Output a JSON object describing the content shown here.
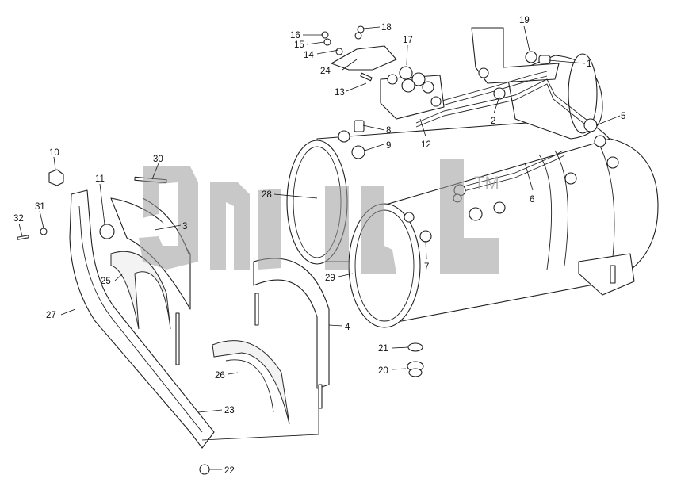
{
  "watermark": {
    "text": "TM"
  },
  "callouts": [
    {
      "id": "c1",
      "label": "1"
    },
    {
      "id": "c2",
      "label": "2"
    },
    {
      "id": "c3",
      "label": "3"
    },
    {
      "id": "c4",
      "label": "4"
    },
    {
      "id": "c5",
      "label": "5"
    },
    {
      "id": "c6",
      "label": "6"
    },
    {
      "id": "c7",
      "label": "7"
    },
    {
      "id": "c8",
      "label": "8"
    },
    {
      "id": "c9",
      "label": "9"
    },
    {
      "id": "c10",
      "label": "10"
    },
    {
      "id": "c11",
      "label": "11"
    },
    {
      "id": "c12",
      "label": "12"
    },
    {
      "id": "c13",
      "label": "13"
    },
    {
      "id": "c14",
      "label": "14"
    },
    {
      "id": "c15",
      "label": "15"
    },
    {
      "id": "c16",
      "label": "16"
    },
    {
      "id": "c17",
      "label": "17"
    },
    {
      "id": "c18",
      "label": "18"
    },
    {
      "id": "c19",
      "label": "19"
    },
    {
      "id": "c20",
      "label": "20"
    },
    {
      "id": "c21",
      "label": "21"
    },
    {
      "id": "c22",
      "label": "22"
    },
    {
      "id": "c23",
      "label": "23"
    },
    {
      "id": "c24",
      "label": "24"
    },
    {
      "id": "c25",
      "label": "25"
    },
    {
      "id": "c26",
      "label": "26"
    },
    {
      "id": "c27",
      "label": "27"
    },
    {
      "id": "c28",
      "label": "28"
    },
    {
      "id": "c29",
      "label": "29"
    },
    {
      "id": "c30",
      "label": "30"
    },
    {
      "id": "c31",
      "label": "31"
    },
    {
      "id": "c32",
      "label": "32"
    }
  ]
}
